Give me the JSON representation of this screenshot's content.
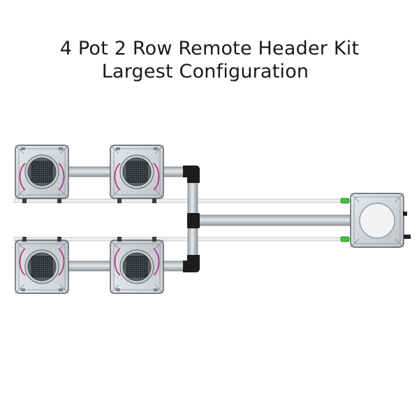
{
  "title": {
    "line1": "4 Pot 2 Row Remote Header Kit",
    "line2": "Largest Configuration"
  },
  "colors": {
    "pot_body": "#d8dbde",
    "pot_outline": "#555a60",
    "pipe": "#bfc6cb",
    "fitting": "#1c1c1c",
    "tube": "#e8e8ec",
    "connector": "#3cc43c",
    "lid_ring": "#b1268f"
  },
  "diagram": {
    "pots": [
      {
        "name": "pot-top-left"
      },
      {
        "name": "pot-top-right"
      },
      {
        "name": "pot-bottom-left"
      },
      {
        "name": "pot-bottom-right"
      }
    ],
    "header_tank": {
      "name": "header-tank"
    }
  }
}
